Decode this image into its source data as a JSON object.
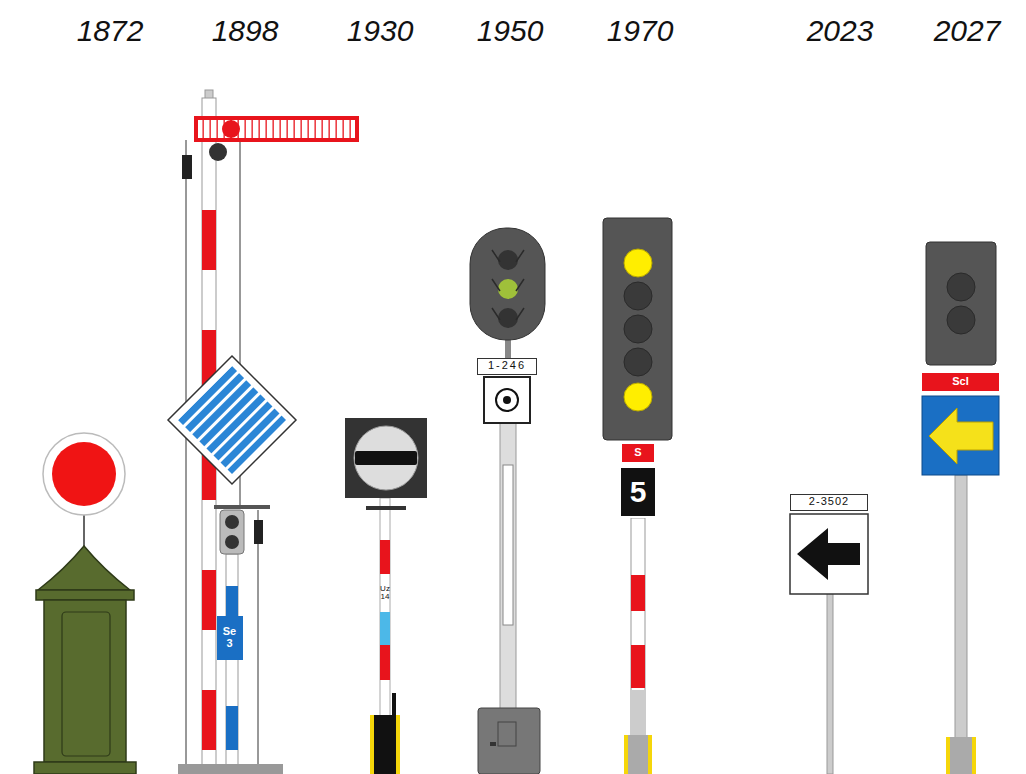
{
  "diagram": {
    "nodes": [
      {
        "text": [
          "Se 3"
        ]
      },
      {
        "text": [
          "1-246"
        ]
      },
      {
        "text": [
          "S"
        ]
      },
      {
        "text": [
          "5"
        ]
      },
      {
        "text": [
          "2-3502"
        ]
      },
      {
        "text": [
          "Scl"
        ]
      }
    ],
    "labels": [
      "1872",
      "1898",
      "1930",
      "1950",
      "1970",
      "2023",
      "2027",
      "Uz 14"
    ]
  }
}
